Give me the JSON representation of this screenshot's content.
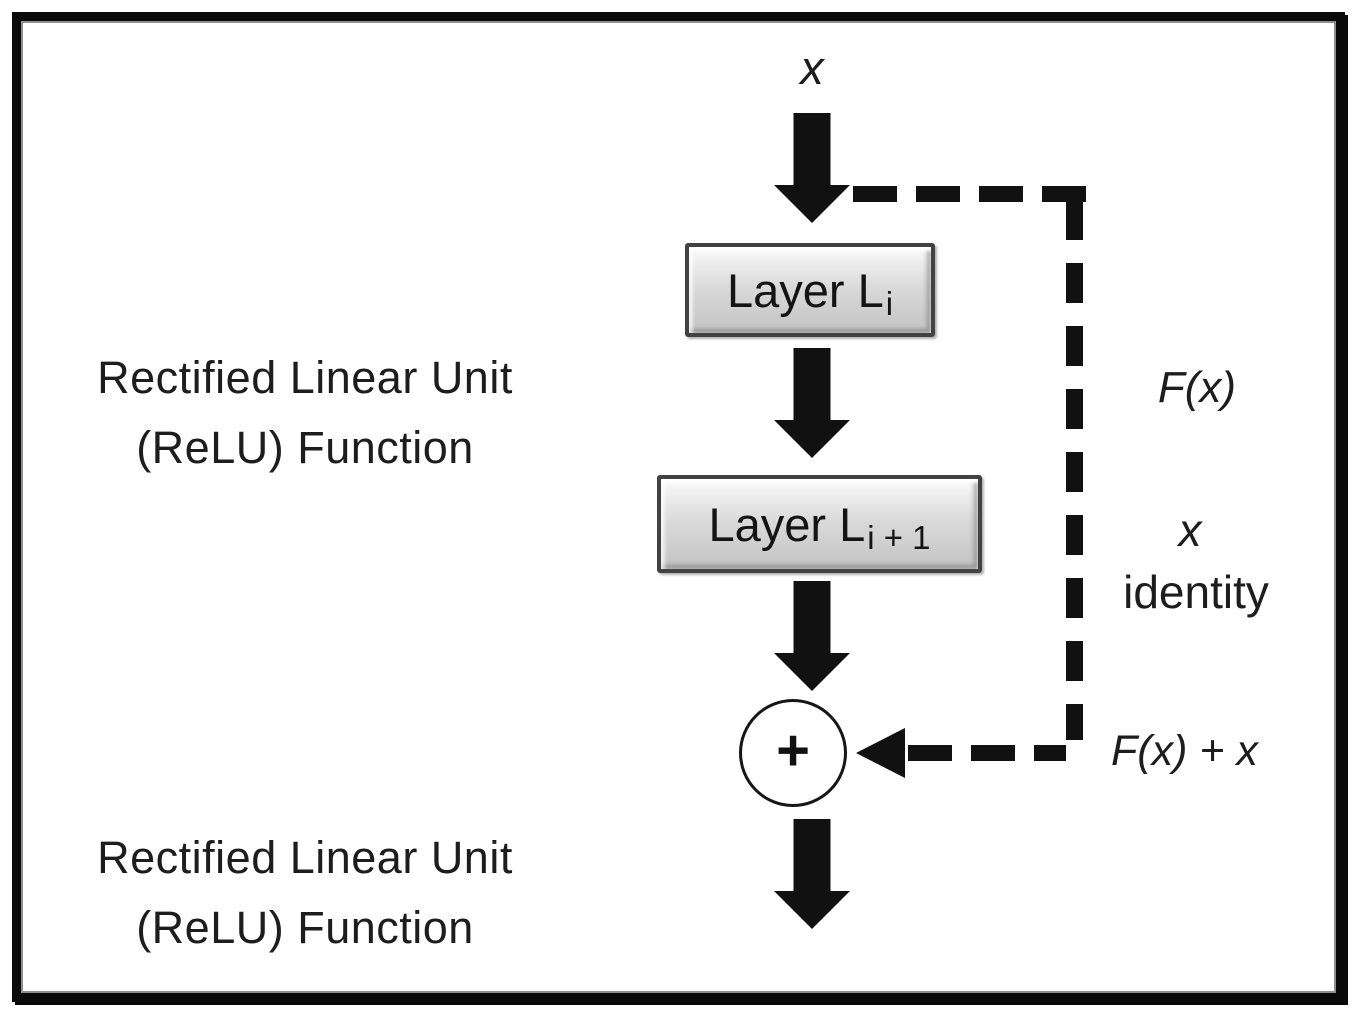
{
  "diagram": {
    "relu_label_top": {
      "line1": "Rectified Linear Unit",
      "line2": "(ReLU) Function"
    },
    "relu_label_bottom": {
      "line1": "Rectified Linear Unit",
      "line2": "(ReLU) Function"
    },
    "input_label": "x",
    "layers": [
      {
        "name": "Layer L",
        "subscript": "i"
      },
      {
        "name": "Layer L",
        "subscript": "i + 1"
      }
    ],
    "sum_operator": "+",
    "skip_connection": {
      "fx_label": "F(x)",
      "x_label": "x",
      "identity_label": "identity",
      "output_label": "F(x) + x"
    },
    "colors": {
      "ink": "#111111",
      "text": "#1d1d1d",
      "box_fill_light": "#fbfbfb",
      "box_fill_dark": "#c4c4c4",
      "box_border": "#424242",
      "frame_border": "#0a0a0a",
      "background": "#ffffff"
    }
  }
}
